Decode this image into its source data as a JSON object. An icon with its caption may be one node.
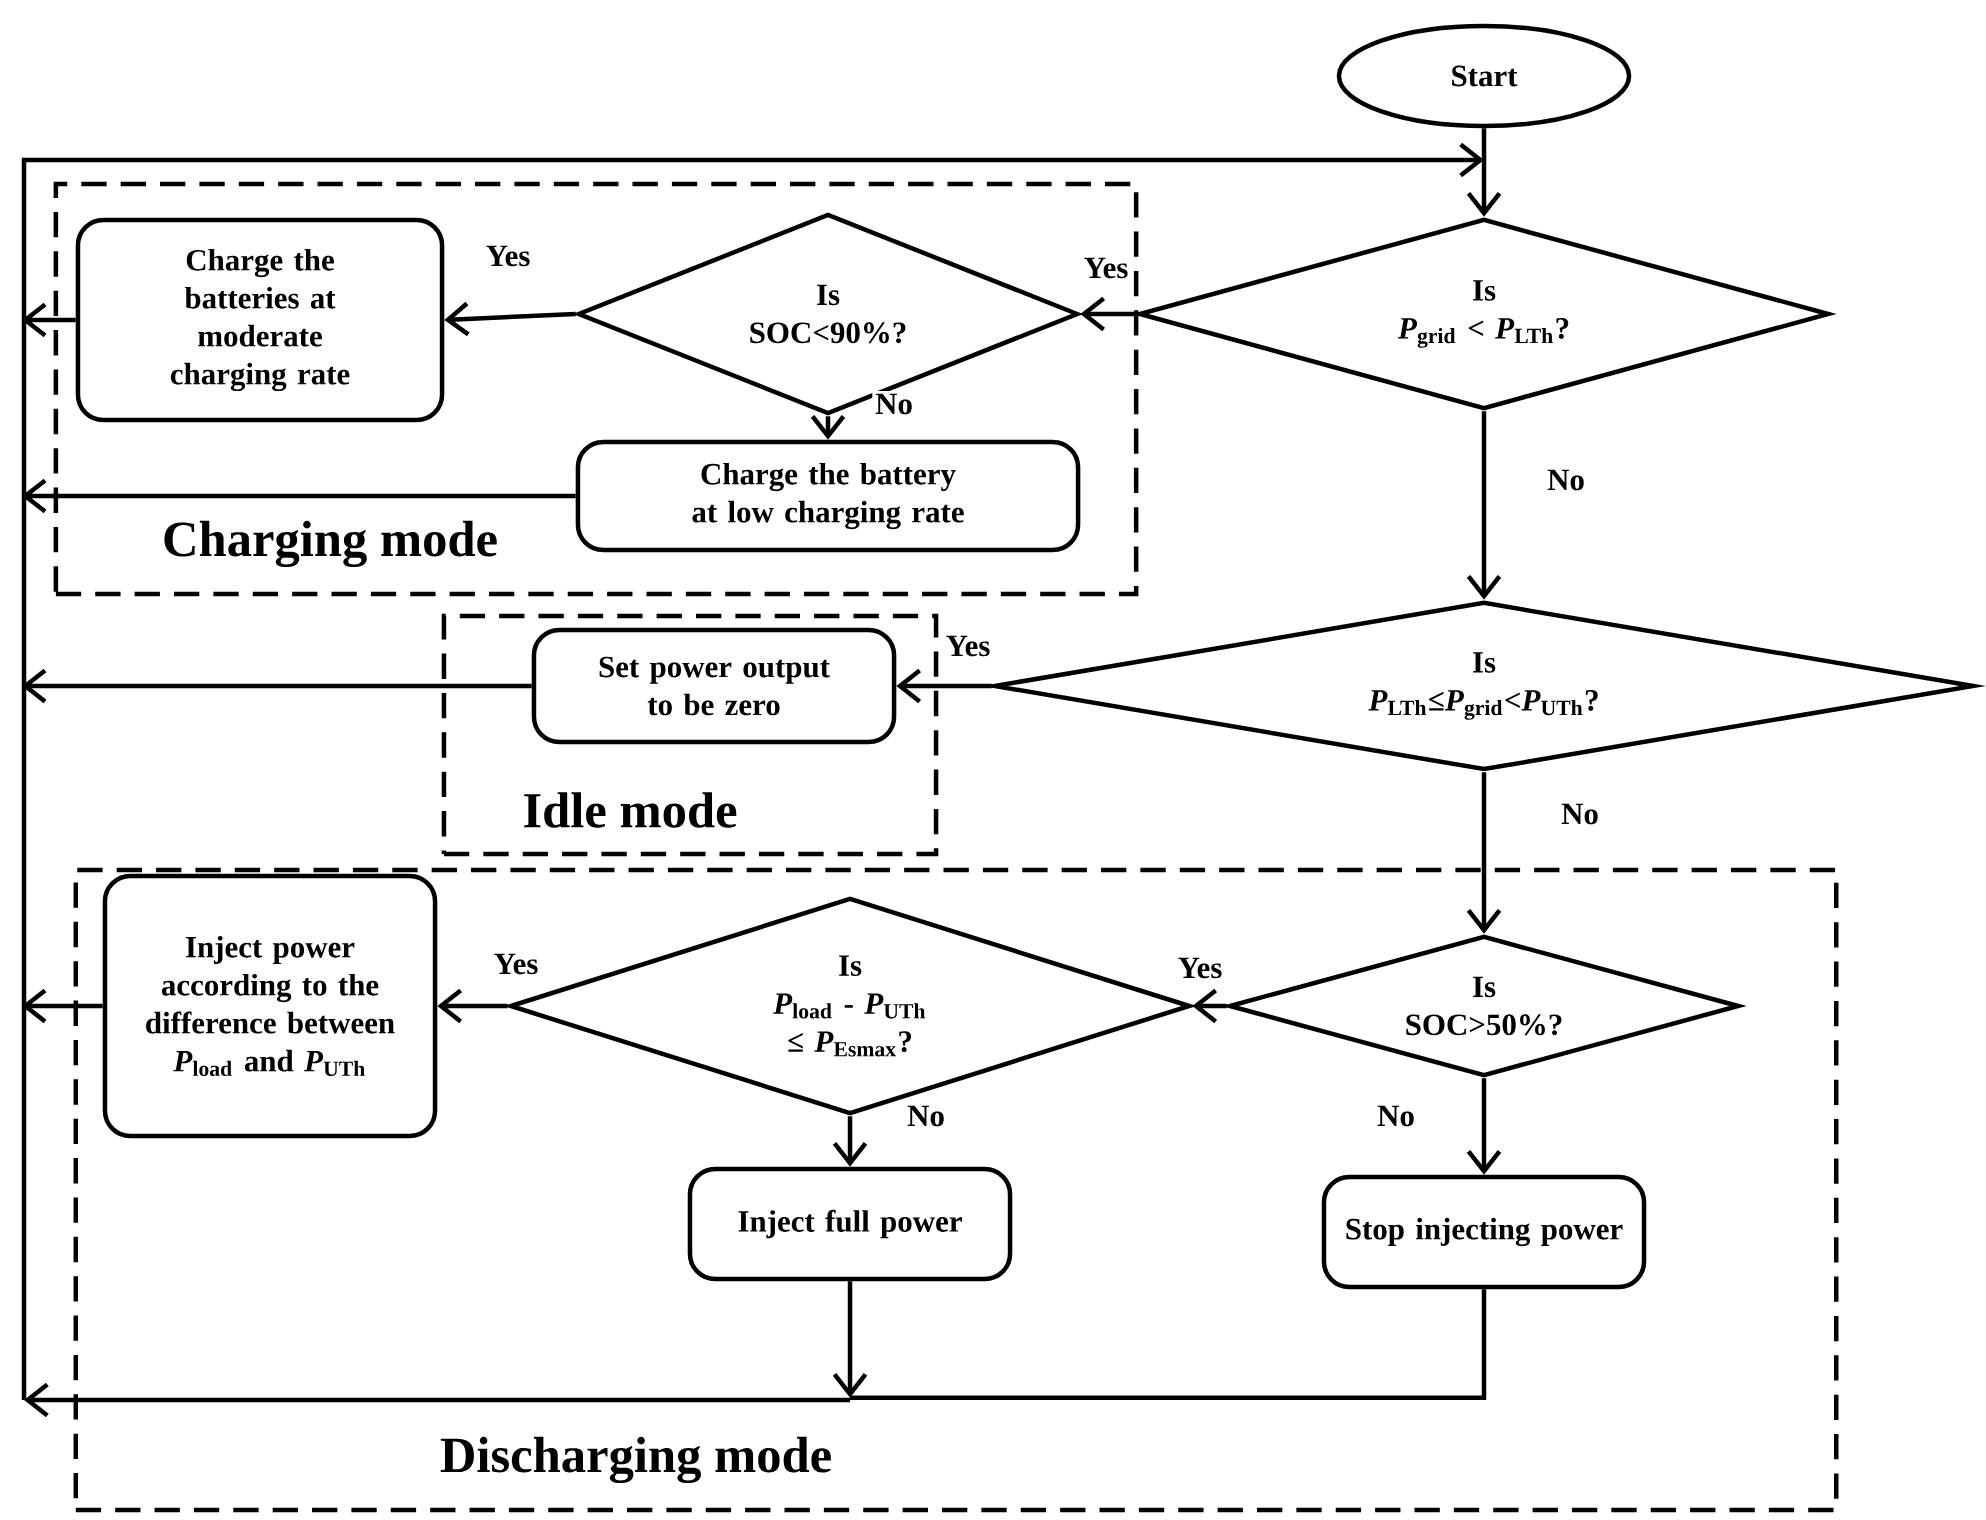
{
  "diagram": {
    "nodes": [
      {
        "text": [
          "Start"
        ]
      },
      {
        "text": [
          "Charging mode"
        ]
      },
      {
        "text": [
          "Charge the batteries at moderate charging rate"
        ],
        "in": 1
      },
      {
        "text": [
          "Is",
          "SOC<90%?"
        ],
        "in": 1
      },
      {
        "text": [
          "Charge the battery at low charging rate"
        ],
        "in": 1
      },
      {
        "text": [
          "Is",
          "*P*$_{grid}$ < *P*$_{LTh}$?"
        ]
      },
      {
        "text": [
          "Idle mode"
        ]
      },
      {
        "text": [
          "Set power output to be zero"
        ],
        "in": 6
      },
      {
        "text": [
          "Is",
          "*P*$_{LTh}$≤*P*$_{grid}$<*P*$_{UTh}$?"
        ]
      },
      {
        "text": [
          "Discharging mode"
        ]
      },
      {
        "text": [
          "Inject power according to the difference between *P*$_{load}$ and *P*$_{UTh}$"
        ],
        "in": 9
      },
      {
        "text": [
          "Is",
          "*P*$_{load}$ - *P*$_{UTh}$ ≤ *P*$_{Esmax}$?"
        ],
        "in": 9
      },
      {
        "text": [
          "Is",
          "SOC>50%?"
        ],
        "in": 9
      },
      {
        "text": [
          "Inject full power"
        ],
        "in": 9
      },
      {
        "text": [
          "Stop injecting power"
        ],
        "in": 9
      }
    ],
    "edges": [
      {
        "from": 0,
        "to": 5,
        "arrow": "to"
      },
      {
        "from": 5,
        "to": 3,
        "arrow": "to",
        "label": "Yes"
      },
      {
        "from": 3,
        "to": 2,
        "arrow": "to",
        "label": "Yes"
      },
      {
        "from": 3,
        "to": 4,
        "arrow": "to",
        "label": "No"
      },
      {
        "from": 5,
        "to": 8,
        "arrow": "to",
        "label": "No"
      },
      {
        "from": 8,
        "to": 7,
        "arrow": "to",
        "label": "Yes"
      },
      {
        "from": 8,
        "to": 12,
        "arrow": "to",
        "label": "No"
      },
      {
        "from": 12,
        "to": 11,
        "arrow": "to",
        "label": "Yes"
      },
      {
        "from": 12,
        "to": 14,
        "arrow": "to",
        "label": "No"
      },
      {
        "from": 11,
        "to": 10,
        "arrow": "to",
        "label": "Yes"
      },
      {
        "from": 11,
        "to": 13,
        "arrow": "to",
        "label": "No"
      },
      {
        "from": 2,
        "to": 5,
        "arrow": "to"
      },
      {
        "from": 4,
        "to": 5,
        "arrow": "to"
      },
      {
        "from": 7,
        "to": 5,
        "arrow": "to"
      },
      {
        "from": 10,
        "to": 5,
        "arrow": "to"
      },
      {
        "from": 13,
        "to": 5,
        "arrow": "to"
      },
      {
        "from": 14,
        "to": 5,
        "arrow": "to"
      }
    ]
  }
}
